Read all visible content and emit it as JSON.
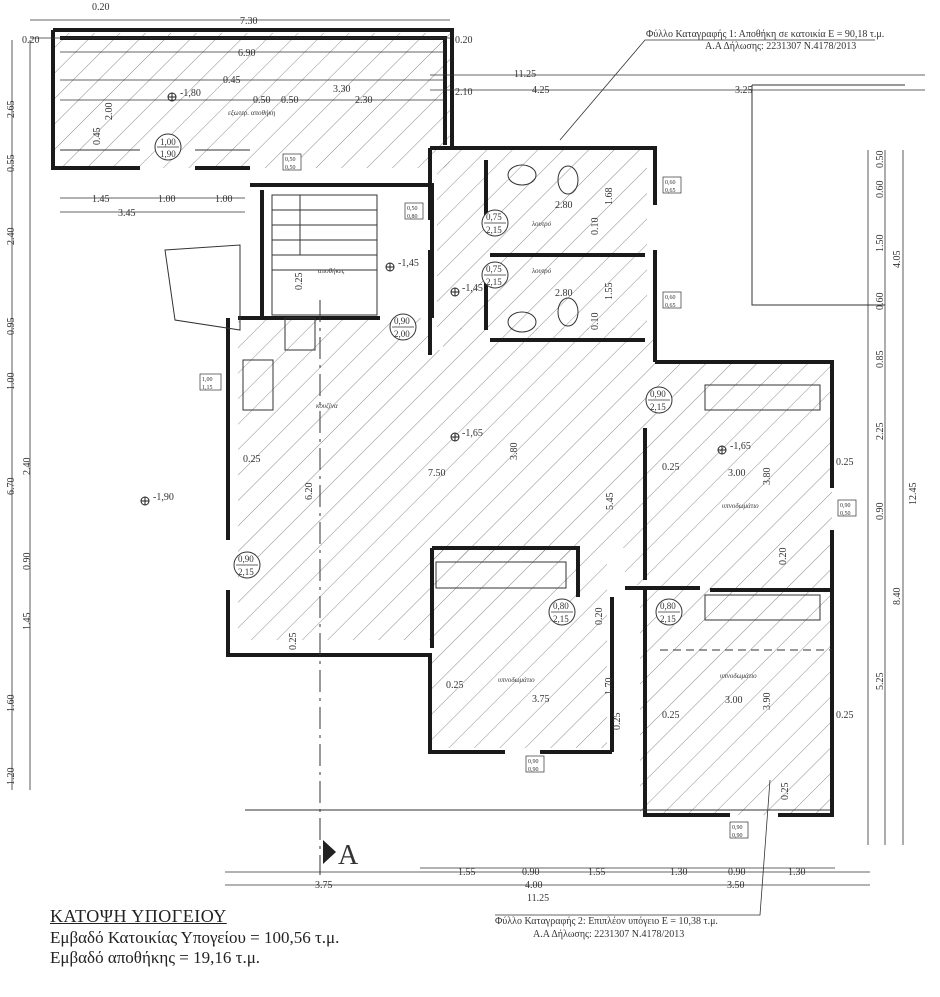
{
  "drawing": {
    "title": "ΚΑΤΟΨΗ ΥΠΟΓΕΙΟΥ",
    "area_house": "Εμβαδό Κατοικίας Υπογείου = 100,56 τ.μ.",
    "area_storage": "Εμβαδό αποθήκης = 19,16 τ.μ.",
    "section_marker": "A"
  },
  "notes": {
    "sheet1": "Φύλλο Καταγραφής 1: Αποθήκη σε κατοικία Ε = 90,18 τ.μ.",
    "sheet1_decl": "Α.Α Δήλωσης: 2231307 Ν.4178/2013",
    "sheet2": "Φύλλο Καταγραφής 2: Επιπλέον υπόγειο Ε = 10,38 τ.μ.",
    "sheet2_decl": "Α.Α Δήλωσης: 2231307 Ν.4178/2013"
  },
  "rooms": {
    "external_storage": "εξωτερ. αποθήκη",
    "storage": "αποθήκες",
    "wc1": "λουτρό",
    "wc2": "λουτρό",
    "kitchen": "κουζίνα",
    "bedroom_right": "υπνοδωμάτιο",
    "bedroom_mid": "υπνοδωμάτιο",
    "bedroom_bottom_right": "υπνοδωμάτιο"
  },
  "levels": {
    "ext_storage": "-1,80",
    "storage": "-1,45",
    "bath": "-1,45",
    "living": "-1,65",
    "bedroom": "-1,65",
    "yard": "-1,90"
  },
  "dimensions": {
    "top": [
      "0.20",
      "7.30",
      "0.20",
      "0.20",
      "6.90",
      "0.45",
      "3.30",
      "2.10",
      "0.50",
      "0.50",
      "2.30",
      "11.25",
      "4.25",
      "3.25",
      "1.45",
      "1.00",
      "1.00",
      "3.45"
    ],
    "left": [
      "2.65",
      "0.55",
      "2.40",
      "0.95",
      "1.00",
      "2.40",
      "6.70",
      "0.90",
      "1.45",
      "1.60",
      "1.20"
    ],
    "right": [
      "0.50",
      "0.60",
      "1.50",
      "0.60",
      "0.85",
      "2.25",
      "0.90",
      "4.05",
      "12.45",
      "8.40",
      "5.25"
    ],
    "interior": [
      "2.00",
      "0.45",
      "2.80",
      "1.68",
      "0.10",
      "2.80",
      "1.55",
      "0.10",
      "0.25",
      "3.80",
      "7.50",
      "6.20",
      "5.45",
      "3.00",
      "3.80",
      "0.25",
      "0.25",
      "0.25",
      "0.20",
      "0.20",
      "0.25",
      "3.75",
      "1.70",
      "0.25",
      "0.25",
      "3.00",
      "3.90",
      "0.25",
      "0.25",
      "0.25"
    ],
    "bottom": [
      "1.55",
      "0.90",
      "1.55",
      "1.30",
      "0.90",
      "1.30",
      "3.75",
      "4.00",
      "3.50",
      "11.25"
    ]
  },
  "openings": [
    {
      "w": "1,00",
      "h": "1,90"
    },
    {
      "w": "0,50",
      "h": "0,50"
    },
    {
      "w": "0,50",
      "h": "0,80"
    },
    {
      "w": "0,75",
      "h": "2,15"
    },
    {
      "w": "0,75",
      "h": "2,15"
    },
    {
      "w": "0,60",
      "h": "0,65"
    },
    {
      "w": "0,60",
      "h": "0,65"
    },
    {
      "w": "0,90",
      "h": "2,00"
    },
    {
      "w": "1,00",
      "h": "1,15"
    },
    {
      "w": "0,90",
      "h": "2,15"
    },
    {
      "w": "0,90",
      "h": "0,50"
    },
    {
      "w": "0,90",
      "h": "2,15"
    },
    {
      "w": "0,80",
      "h": "2,15"
    },
    {
      "w": "0,80",
      "h": "2,15"
    },
    {
      "w": "0,90",
      "h": "0,90"
    },
    {
      "w": "0,90",
      "h": "0,90"
    }
  ],
  "colors": {
    "line": "#1a1a1a",
    "hatch": "#6a6a6a",
    "text": "#333333"
  }
}
